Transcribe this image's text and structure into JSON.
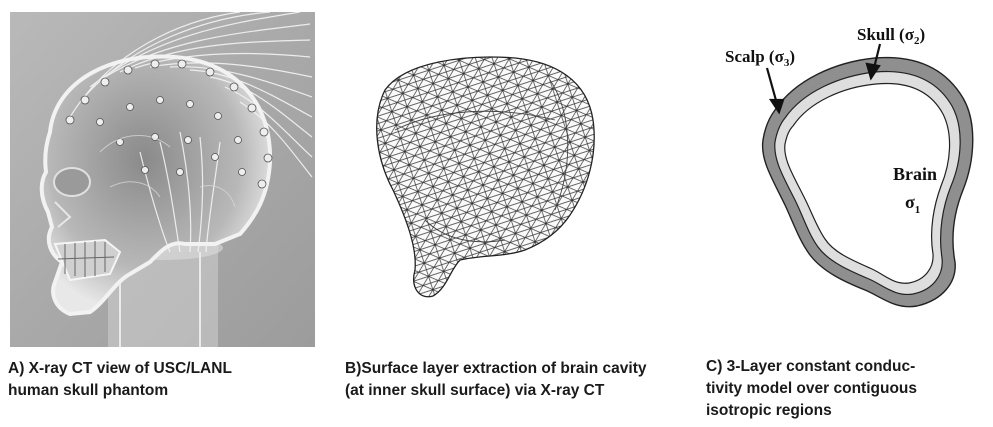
{
  "panels": [
    {
      "id": "A",
      "caption": "A) X-ray CT view of USC/LANL\nhuman skull phantom"
    },
    {
      "id": "B",
      "caption": "B)Surface layer extraction of brain cavity\n(at inner skull surface) via X-ray CT"
    },
    {
      "id": "C",
      "caption": "C) 3-Layer constant conduc-\ntivity model over contiguous\nisotropic regions",
      "labels": {
        "scalp": "Scalp (σ",
        "scalp_sub": "3",
        "skull": "Skull (σ",
        "skull_sub": "2",
        "close": ")",
        "brain": "Brain",
        "sigma": "σ",
        "sigma_sub": "1"
      }
    }
  ],
  "colors": {
    "scalp": "#8f8f8f",
    "skull": "#dedede",
    "brain": "#ffffff",
    "outline": "#222222"
  }
}
